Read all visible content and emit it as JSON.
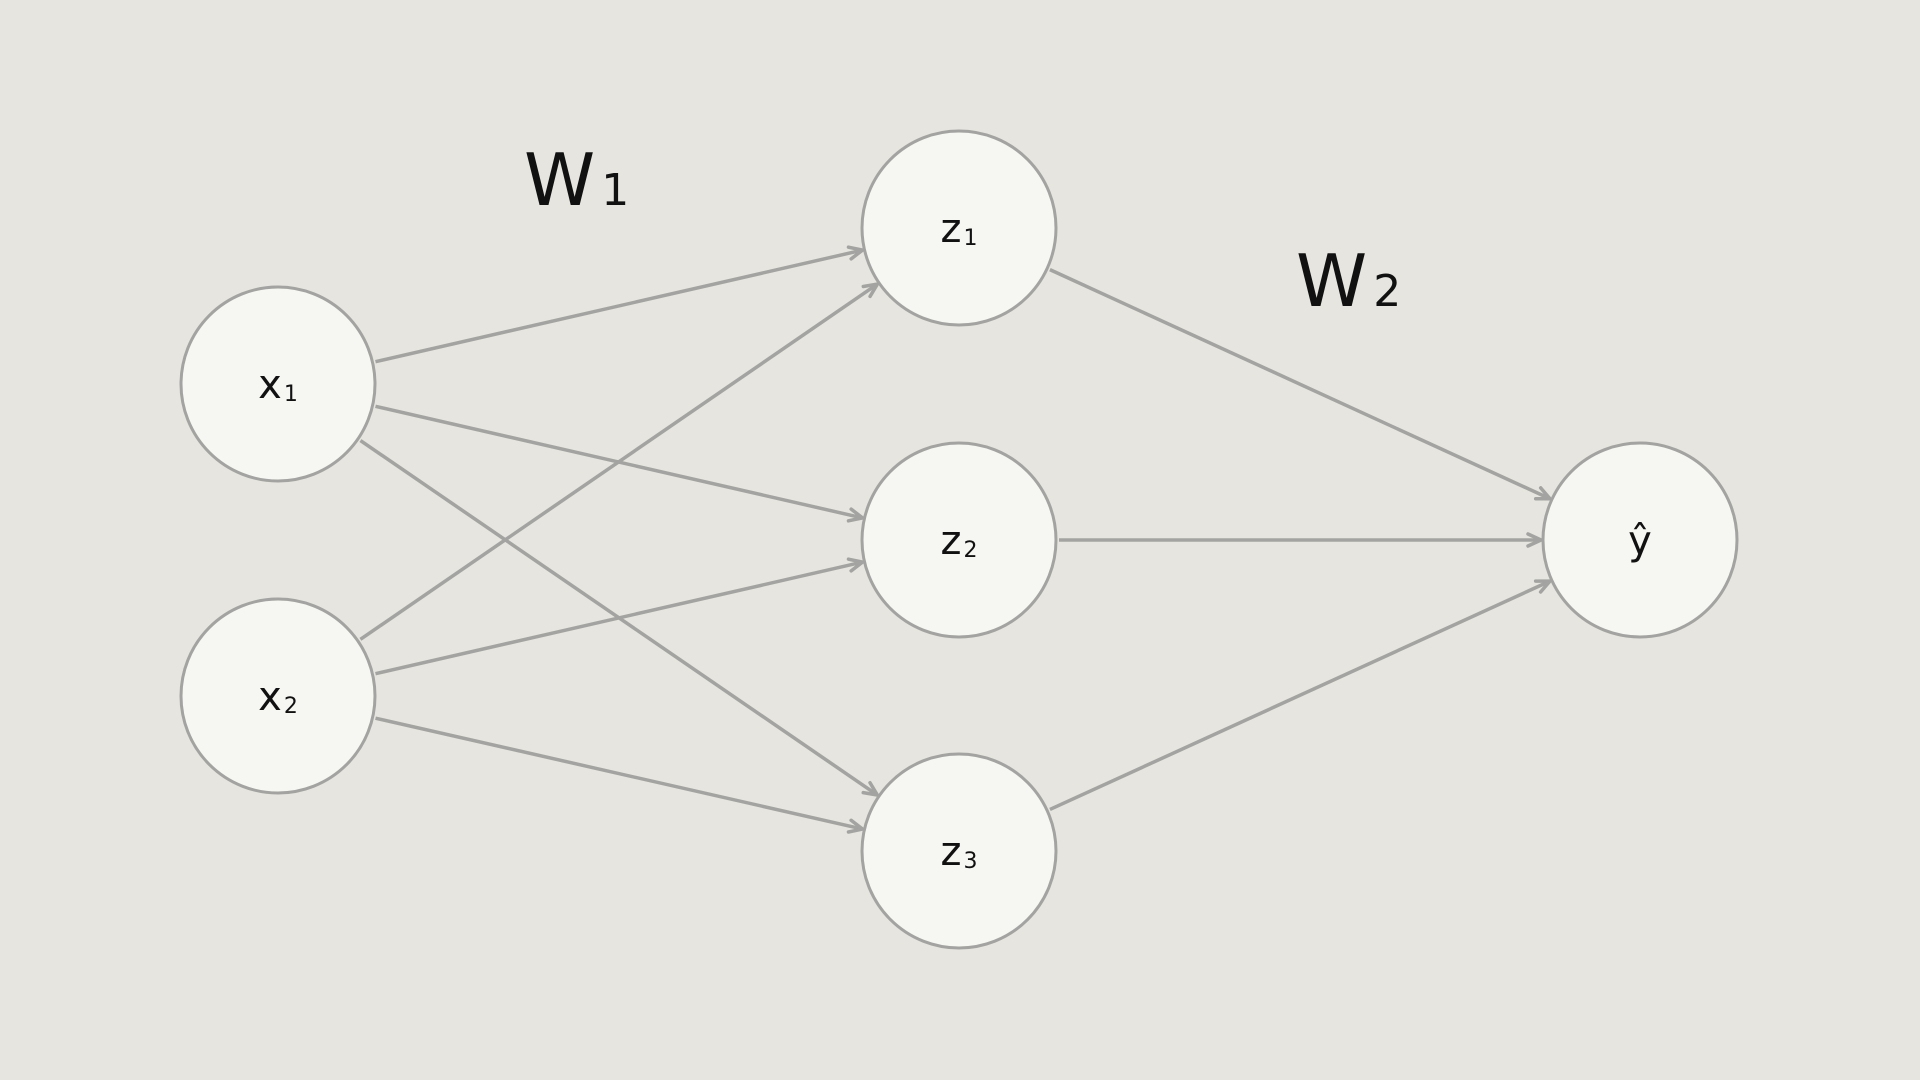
{
  "colors": {
    "background": "#e6e5df",
    "node_fill": "#f6f6f2",
    "node_stroke": "#a3a3a1",
    "edge": "#a3a3a1",
    "text": "#111111"
  },
  "weights": [
    {
      "id": "w1",
      "main": "W",
      "sub": "1"
    },
    {
      "id": "w2",
      "main": "W",
      "sub": "2"
    }
  ],
  "nodes": [
    {
      "id": "x1",
      "main": "x",
      "sub": "1"
    },
    {
      "id": "x2",
      "main": "x",
      "sub": "2"
    },
    {
      "id": "z1",
      "main": "z",
      "sub": "1"
    },
    {
      "id": "z2",
      "main": "z",
      "sub": "2"
    },
    {
      "id": "z3",
      "main": "z",
      "sub": "3"
    },
    {
      "id": "yhat",
      "main": "ŷ",
      "sub": ""
    }
  ],
  "edges": [
    {
      "from": "x1",
      "to": "z1"
    },
    {
      "from": "x1",
      "to": "z2"
    },
    {
      "from": "x1",
      "to": "z3"
    },
    {
      "from": "x2",
      "to": "z1"
    },
    {
      "from": "x2",
      "to": "z2"
    },
    {
      "from": "x2",
      "to": "z3"
    },
    {
      "from": "z1",
      "to": "yhat"
    },
    {
      "from": "z2",
      "to": "yhat"
    },
    {
      "from": "z3",
      "to": "yhat"
    }
  ]
}
